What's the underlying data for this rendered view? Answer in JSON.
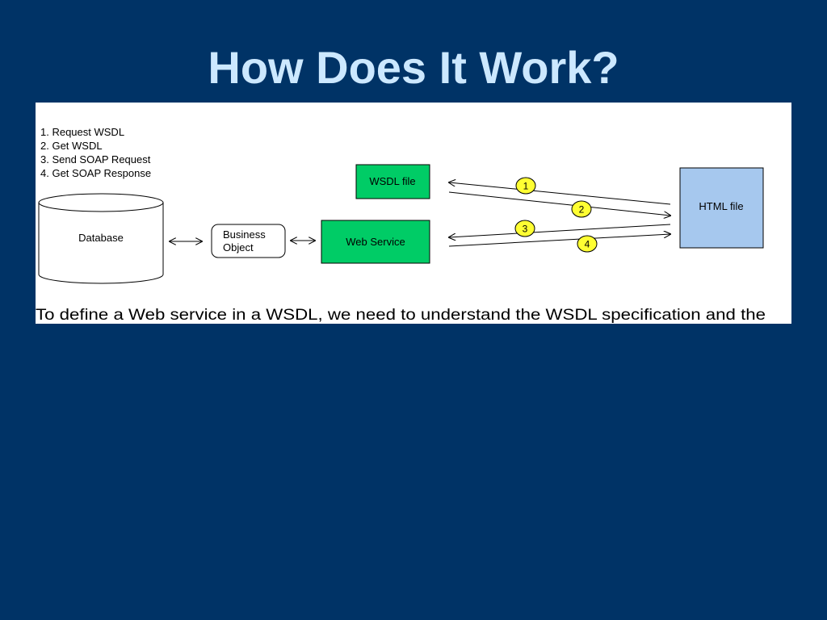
{
  "title": "How Does It Work?",
  "steps": [
    "1. Request WSDL",
    "2. Get WSDL",
    "3. Send SOAP Request",
    "4. Get SOAP Response"
  ],
  "nodes": {
    "database": "Database",
    "business_object": [
      "Business",
      "Object"
    ],
    "wsdl_file": "WSDL file",
    "web_service": "Web Service",
    "html_file": "HTML file"
  },
  "badges": [
    "1",
    "2",
    "3",
    "4"
  ],
  "caption": "To define a Web service in a WSDL, we need to understand the WSDL specification and the",
  "colors": {
    "slide_background": "#003366",
    "title": "#cce8ff",
    "green_box": "#00cc66",
    "html_box": "#a6c8ee",
    "badge": "#ffff33"
  }
}
